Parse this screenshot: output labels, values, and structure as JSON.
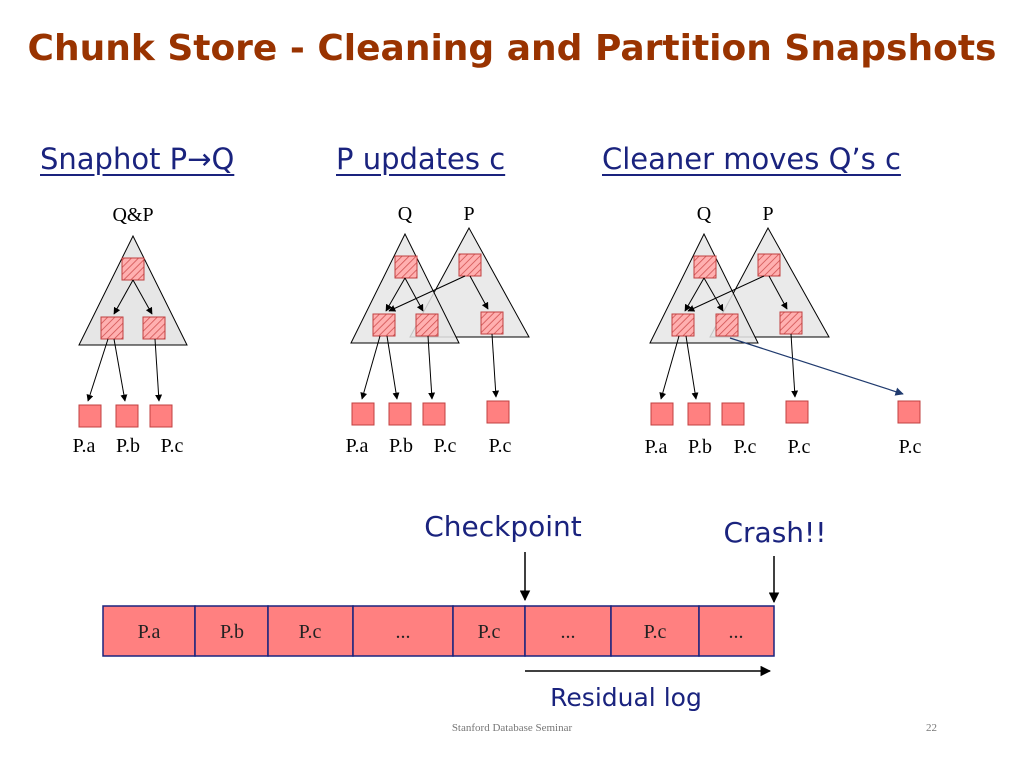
{
  "slide": {
    "title": "Chunk Store - Cleaning and Partition Snapshots",
    "footer": "Stanford Database Seminar",
    "page_number": "22"
  },
  "panels": [
    {
      "header": "Snaphot P→Q",
      "tree_labels": [
        "Q&P"
      ],
      "leaf_labels": [
        "P.a",
        "P.b",
        "P.c"
      ]
    },
    {
      "header": "P updates c",
      "tree_labels": [
        "Q",
        "P"
      ],
      "leaf_labels": [
        "P.a",
        "P.b",
        "P.c",
        "P.c"
      ]
    },
    {
      "header": "Cleaner moves Q’s c",
      "tree_labels": [
        "Q",
        "P"
      ],
      "leaf_labels": [
        "P.a",
        "P.b",
        "P.c",
        "P.c",
        "P.c"
      ]
    }
  ],
  "log": {
    "cells": [
      "P.a",
      "P.b",
      "P.c",
      "...",
      "P.c",
      "...",
      "P.c",
      "..."
    ],
    "checkpoint_label": "Checkpoint",
    "crash_label": "Crash!!",
    "residual_label": "Residual log"
  },
  "colors": {
    "title": "#993300",
    "header": "#1a237e",
    "chunk_fill": "#ff8080",
    "chunk_stroke": "#c04040",
    "tree_fill": "#e6e6e6",
    "move_arrow": "#1f3a6e"
  }
}
